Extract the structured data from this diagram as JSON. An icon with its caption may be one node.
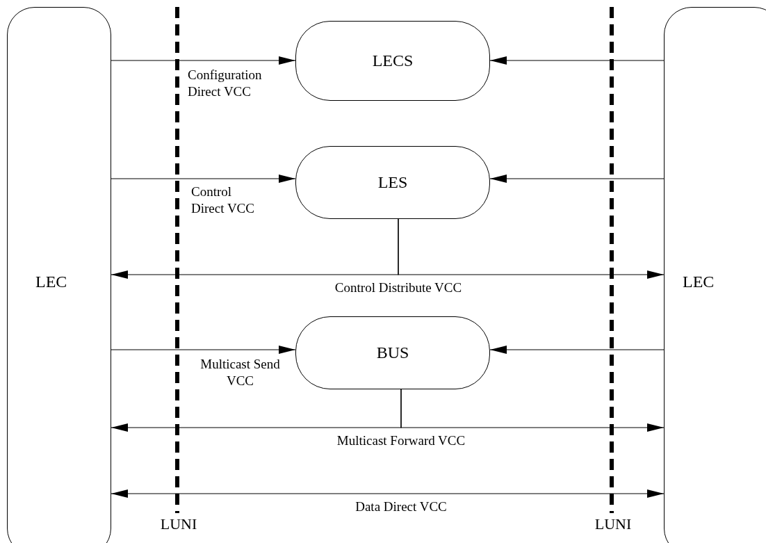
{
  "diagram": {
    "nodes": [
      {
        "text": [
          "LEC"
        ]
      },
      {
        "text": [
          "LECS"
        ]
      },
      {
        "text": [
          "LES"
        ]
      },
      {
        "text": [
          "BUS"
        ]
      },
      {
        "text": [
          "LEC"
        ]
      }
    ],
    "edges": [
      {
        "from": 0,
        "to": 1,
        "arrow": "to",
        "label": "Configuration Direct VCC"
      },
      {
        "from": 4,
        "to": 1,
        "arrow": "to"
      },
      {
        "from": 0,
        "to": 2,
        "arrow": "to",
        "label": "Control Direct VCC"
      },
      {
        "from": 4,
        "to": 2,
        "arrow": "to"
      },
      {
        "from": 2,
        "to": 0,
        "arrow": "to",
        "label": "Control Distribute VCC"
      },
      {
        "from": 2,
        "to": 4,
        "arrow": "to"
      },
      {
        "from": 0,
        "to": 3,
        "arrow": "to",
        "label": "Multicast Send VCC"
      },
      {
        "from": 4,
        "to": 3,
        "arrow": "to"
      },
      {
        "from": 3,
        "to": 0,
        "arrow": "to",
        "label": "Multicast Forward VCC"
      },
      {
        "from": 3,
        "to": 4,
        "arrow": "to"
      },
      {
        "from": 0,
        "to": 4,
        "arrow": "both",
        "label": "Data Direct VCC"
      }
    ],
    "labels": [
      "LUNI",
      "LUNI"
    ]
  }
}
